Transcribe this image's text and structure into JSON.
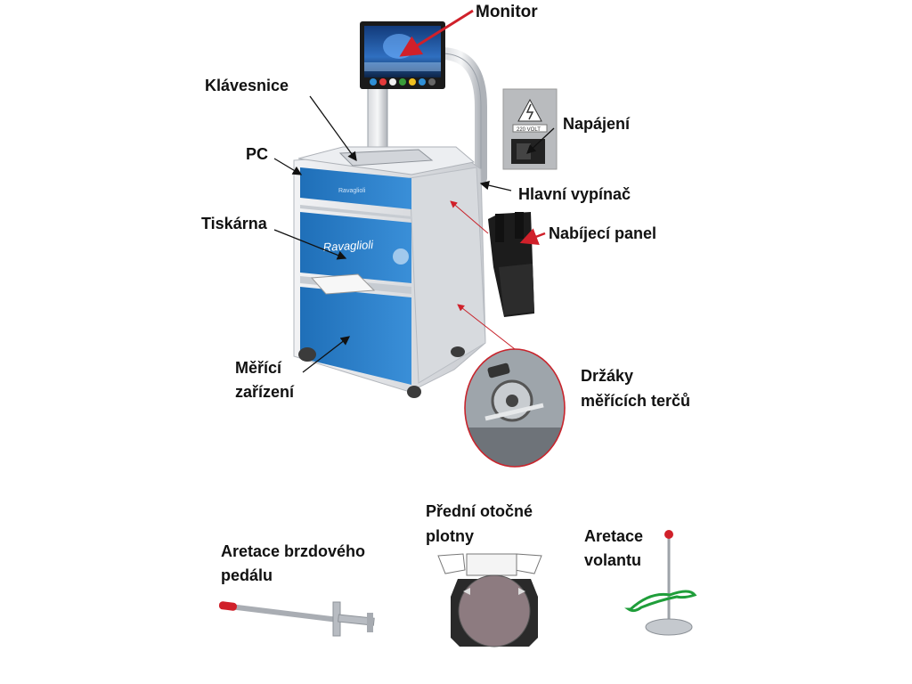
{
  "labels": {
    "monitor": "Monitor",
    "keyboard": "Klávesnice",
    "pc": "PC",
    "power": "Napájení",
    "main_switch": "Hlavní vypínač",
    "printer": "Tiskárna",
    "charging_panel": "Nabíjecí panel",
    "measuring_1": "Měřící",
    "measuring_2": "zařízení",
    "holders_1": "Držáky",
    "holders_2": "měřících terčů",
    "front_plates_1": "Přední otočné",
    "front_plates_2": "plotny",
    "brake_1": "Aretace brzdového",
    "brake_2": "pedálu",
    "wheel_1": "Aretace",
    "wheel_2": "volantu"
  },
  "cabinet": {
    "brand": "Ravaglioli",
    "top_badge": "Ravaglioli"
  },
  "power_panel": {
    "voltage": "220 VOLT"
  },
  "colors": {
    "cabinet_blue": "#2a7cc7",
    "cabinet_grey": "#e4e6ea",
    "arrow_red": "#d0202a",
    "circle_red": "#c8242c",
    "steering_green": "#1f9e3a"
  }
}
